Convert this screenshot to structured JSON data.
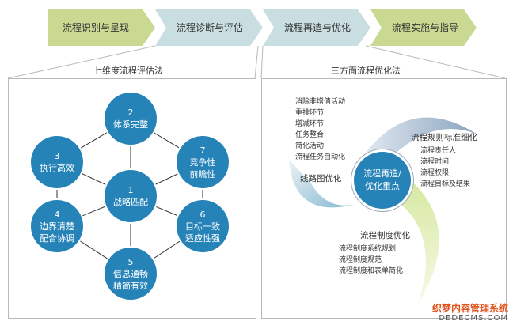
{
  "steps": [
    {
      "label": "流程识别与呈现",
      "color": "#cad992"
    },
    {
      "label": "流程诊断与评估",
      "color": "#c8dee1"
    },
    {
      "label": "流程再造与优化",
      "color": "#c8dee1"
    },
    {
      "label": "流程实施与指导",
      "color": "#cad992"
    }
  ],
  "left": {
    "title": "七维度流程评估法",
    "nodes": [
      {
        "num": "1",
        "label": "战略匹配"
      },
      {
        "num": "2",
        "label": "体系完整"
      },
      {
        "num": "3",
        "label": "执行高效"
      },
      {
        "num": "4",
        "label": "边界清楚",
        "label2": "配合协调"
      },
      {
        "num": "5",
        "label": "信息通畅",
        "label2": "精简有效"
      },
      {
        "num": "6",
        "label": "目标一致",
        "label2": "适应性强"
      },
      {
        "num": "7",
        "label": "竞争性",
        "label2": "前瞻性"
      }
    ]
  },
  "right": {
    "title": "三方面流程优化法",
    "center": {
      "line1": "流程再造/",
      "line2": "优化重点"
    },
    "route": {
      "head": "线路图优化",
      "items": [
        "消除非增值活动",
        "重排环节",
        "增减环节",
        "任务整合",
        "简化活动",
        "流程任务自动化"
      ]
    },
    "standard": {
      "head": "流程规则标准细化",
      "items": [
        "流程责任人",
        "流程时间",
        "流程权限",
        "流程目标及结果"
      ]
    },
    "system": {
      "head": "流程制度优化",
      "items": [
        "流程制度系统规划",
        "流程制度规范",
        "流程制度和表单简化"
      ]
    }
  },
  "watermark": {
    "line1": "织梦内容管理系统",
    "line2": "DEDECMS.COM"
  }
}
